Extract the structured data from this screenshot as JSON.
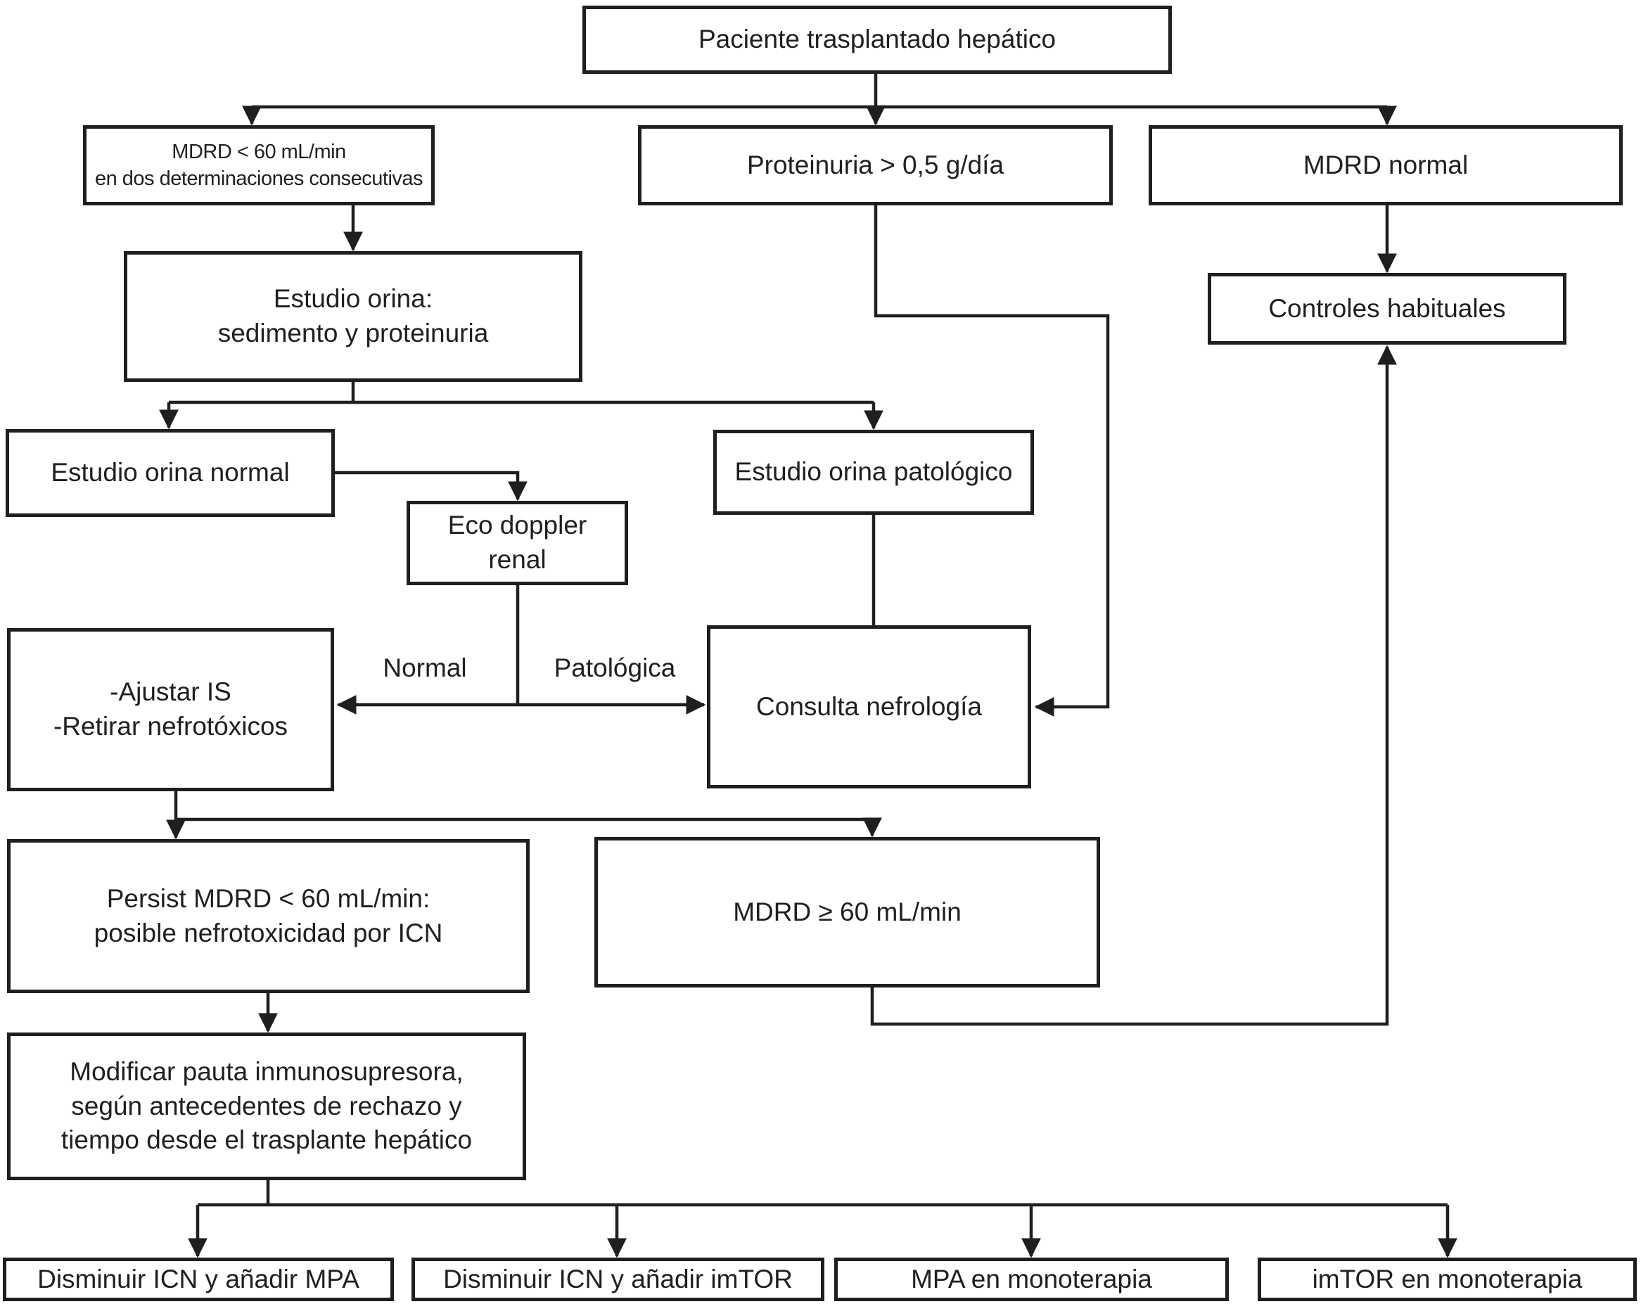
{
  "nodes": {
    "paciente": {
      "label": "Paciente trasplantado hepático"
    },
    "mdrd_bajo": {
      "label": "MDRD < 60 mL/min\nen dos determinaciones consecutivas"
    },
    "proteinuria": {
      "label": "Proteinuria > 0,5 g/día"
    },
    "mdrd_normal": {
      "label": "MDRD normal"
    },
    "estudio_orina": {
      "label": "Estudio orina:\nsedimento y proteinuria"
    },
    "controles": {
      "label": "Controles habituales"
    },
    "orina_normal": {
      "label": "Estudio orina normal"
    },
    "orina_patologico": {
      "label": "Estudio orina patológico"
    },
    "eco_doppler": {
      "label": "Eco doppler\nrenal"
    },
    "ajustar": {
      "label": "-Ajustar IS\n-Retirar nefrotóxicos"
    },
    "consulta": {
      "label": "Consulta nefrología"
    },
    "persist": {
      "label": "Persist MDRD < 60 mL/min:\nposible nefrotoxicidad por ICN"
    },
    "mdrd_60": {
      "label": "MDRD ≥ 60 mL/min"
    },
    "modificar": {
      "label": "Modificar pauta inmunosupresora,\nsegún antecedentes de rechazo y\ntiempo desde el trasplante hepático"
    },
    "opcion_mpa": {
      "label": "Disminuir ICN y añadir MPA"
    },
    "opcion_imtor": {
      "label": "Disminuir ICN y añadir imTOR"
    },
    "mono_mpa": {
      "label": "MPA en monoterapia"
    },
    "mono_imtor": {
      "label": "imTOR en monoterapia"
    }
  },
  "edge_labels": {
    "normal": "Normal",
    "patologica": "Patológica"
  },
  "colors": {
    "line": "#1f1f1f",
    "box_border": "#1f1f1f",
    "text": "#1f1f1f",
    "background": "#ffffff"
  }
}
